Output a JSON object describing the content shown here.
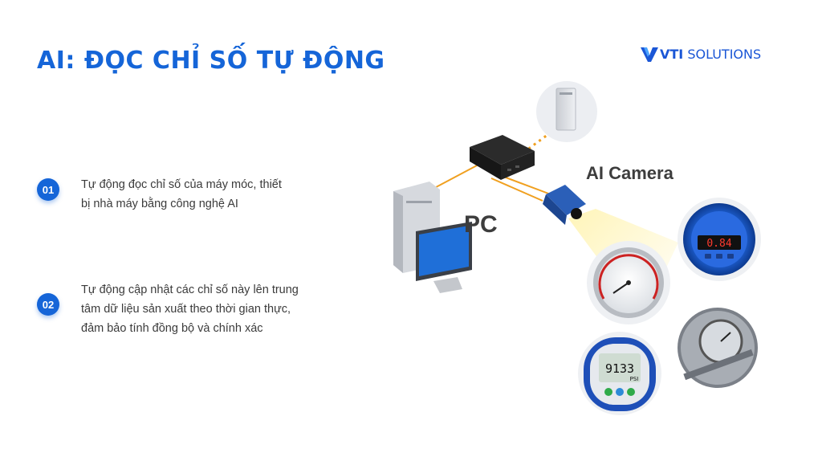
{
  "header": {
    "title": "AI: ĐỌC CHỈ SỐ TỰ ĐỘNG",
    "logo_brand": "VTI",
    "logo_suffix": " SOLUTIONS"
  },
  "features": [
    {
      "number": "01",
      "lines": [
        "Tự động đọc chỉ số của máy móc, thiết",
        "bị nhà máy bằng công nghệ AI"
      ]
    },
    {
      "number": "02",
      "lines": [
        "Tự động cập nhật các chỉ số này lên trung",
        "tâm dữ liệu sản xuất theo thời gian thực,",
        "đảm bảo tính đồng bộ và chính xác"
      ]
    }
  ],
  "diagram": {
    "pc_label": "PC",
    "camera_label": "AI Camera",
    "digital_display_reading": "0.84",
    "lcd_reading": "9133",
    "lcd_unit": "PSI"
  },
  "colors": {
    "accent": "#1565d8",
    "text": "#3b3b3b",
    "link_line": "#f0a020"
  }
}
